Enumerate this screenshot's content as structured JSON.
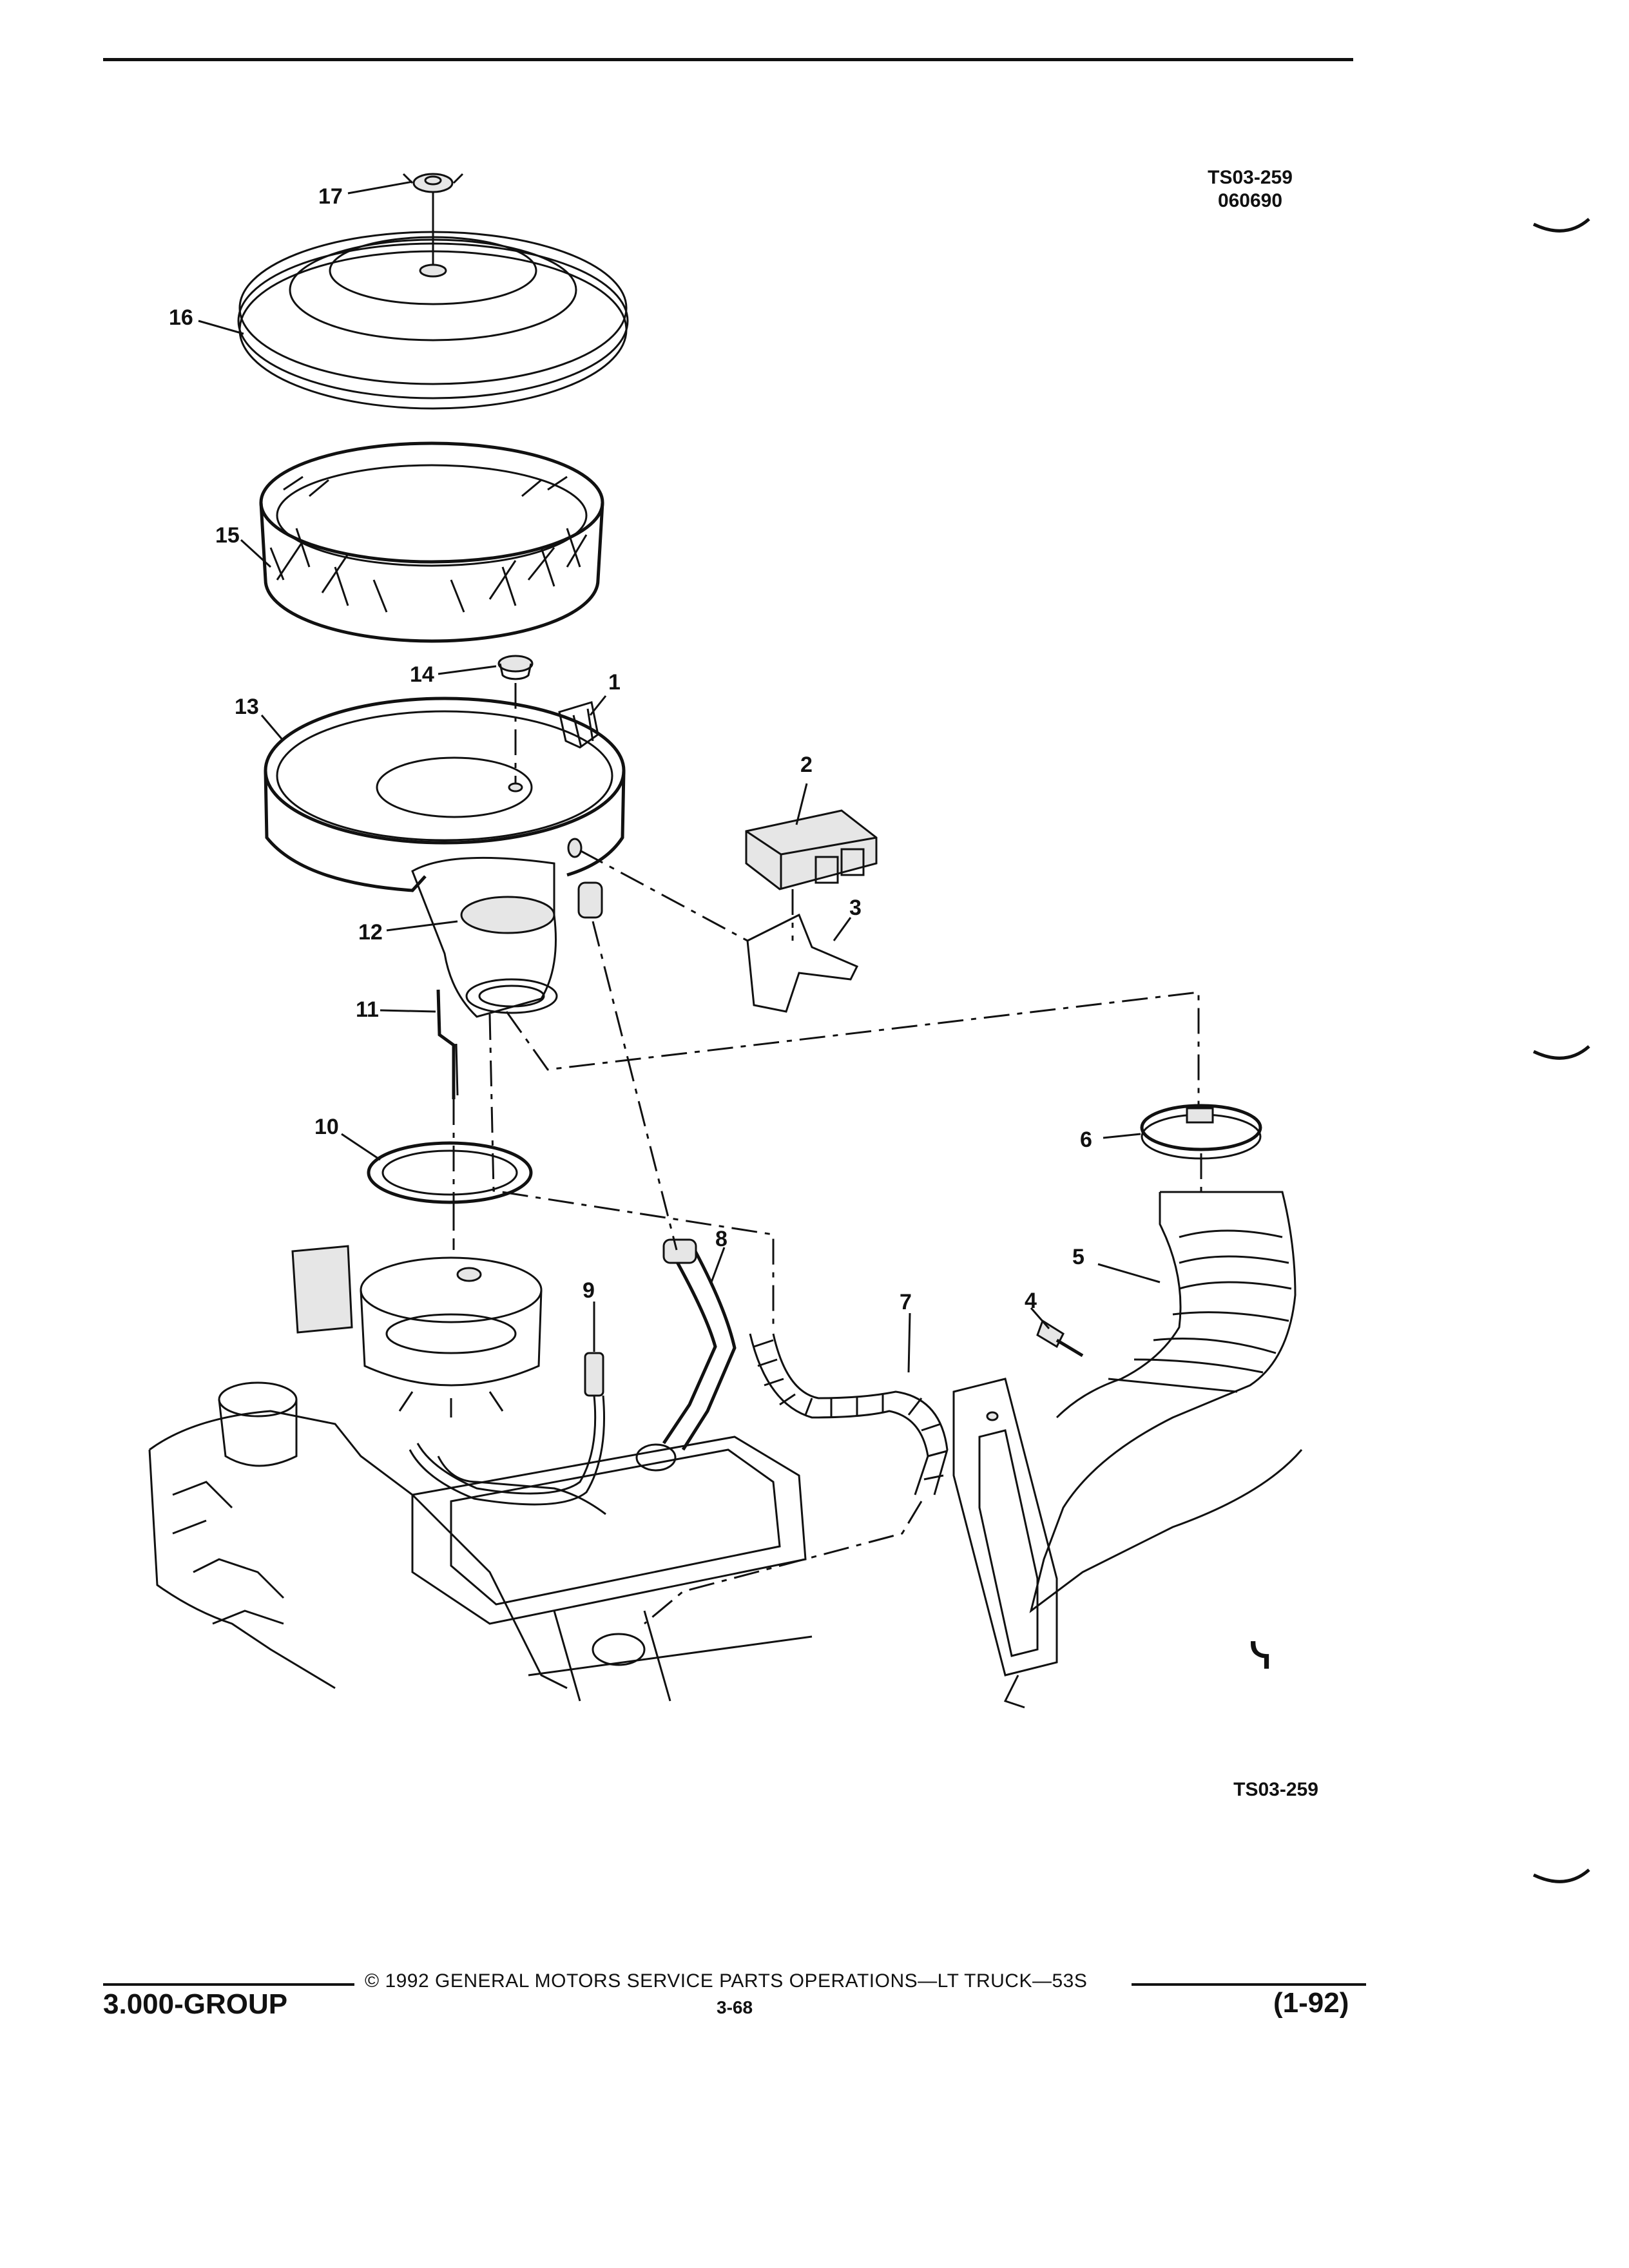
{
  "header": {
    "drawing_code": "TS03-259",
    "drawing_date": "060690"
  },
  "callouts": [
    "17",
    "16",
    "15",
    "14",
    "1",
    "13",
    "2",
    "3",
    "12",
    "11",
    "10",
    "6",
    "5",
    "4",
    "9",
    "8",
    "7"
  ],
  "logo_mark": "ᓭ",
  "figure_code": "TS03-259",
  "footer": {
    "copyright": "© 1992 GENERAL MOTORS SERVICE PARTS OPERATIONS—LT TRUCK—53S",
    "group": "3.000-GROUP",
    "page_number": "3-68",
    "revision": "(1-92)"
  }
}
